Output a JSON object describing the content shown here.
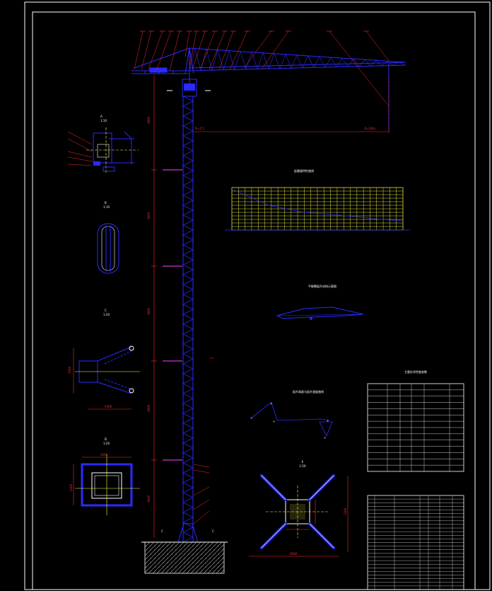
{
  "drawing": {
    "frame_color": "#ffffff",
    "background": "#000000",
    "colors": {
      "structure": "#2a2aff",
      "dimension": "#ff2a2a",
      "hatch": "#ffffff",
      "grid": "#e0e040",
      "marker": "#ff40ff",
      "centerline": "#ffff40"
    }
  },
  "dimensions": {
    "mast_segments": [
      "3600",
      "3600",
      "3600",
      "3600",
      "3600"
    ],
    "jib_radius_left": "R=1.5",
    "jib_radius_right": "R=50m",
    "base_width": "2400",
    "base_height": "2400",
    "anchor_width": "4300",
    "anchor_depth": "1500",
    "foundation_side": "6000",
    "foundation_height": "1300"
  },
  "views": {
    "detail_a_title": "A",
    "detail_a_scale": "1:10",
    "detail_b_title": "B",
    "detail_b_scale": "1:10",
    "detail_c_title": "C",
    "detail_c_scale": "1:20",
    "detail_d_title": "D",
    "detail_d_scale": "1:20",
    "foundation_title": "E",
    "foundation_scale": "1:50",
    "load_chart_title": "起重量特性曲线",
    "hook_path_title": "起升高度与起升速度曲线",
    "counter_title": "平衡臂起升机构示意图"
  },
  "tables": {
    "spec_title": "主要技术性能参数",
    "spec_rows": 14,
    "parts_rows": 26
  },
  "chart_data": {
    "type": "table",
    "title": "起重量特性曲线",
    "cols": 26,
    "rows": 12
  }
}
